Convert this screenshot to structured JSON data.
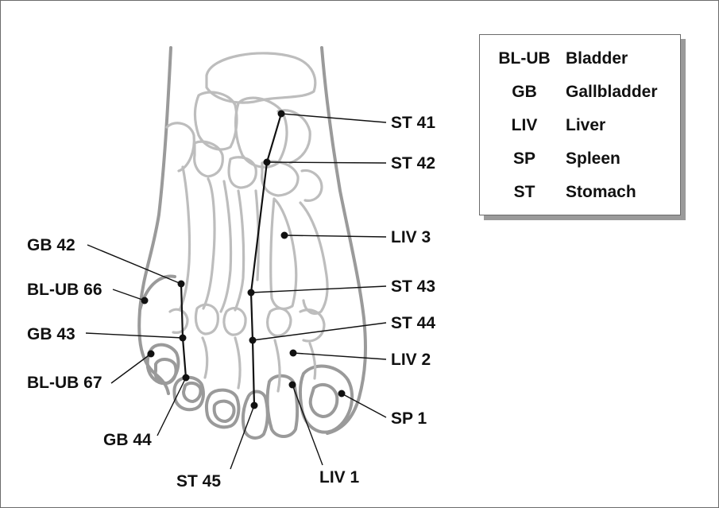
{
  "legend": [
    {
      "abbr": "BL-UB",
      "name": "Bladder"
    },
    {
      "abbr": "GB",
      "name": "Gallbladder"
    },
    {
      "abbr": "LIV",
      "name": "Liver"
    },
    {
      "abbr": "SP",
      "name": "Spleen"
    },
    {
      "abbr": "ST",
      "name": "Stomach"
    }
  ],
  "points": {
    "st41": "ST 41",
    "st42": "ST 42",
    "liv3": "LIV 3",
    "st43": "ST 43",
    "st44": "ST 44",
    "liv2": "LIV 2",
    "sp1": "SP 1",
    "liv1": "LIV 1",
    "st45": "ST 45",
    "gb44": "GB 44",
    "blub67": "BL-UB 67",
    "gb43": "GB 43",
    "blub66": "BL-UB 66",
    "gb42": "GB 42"
  }
}
